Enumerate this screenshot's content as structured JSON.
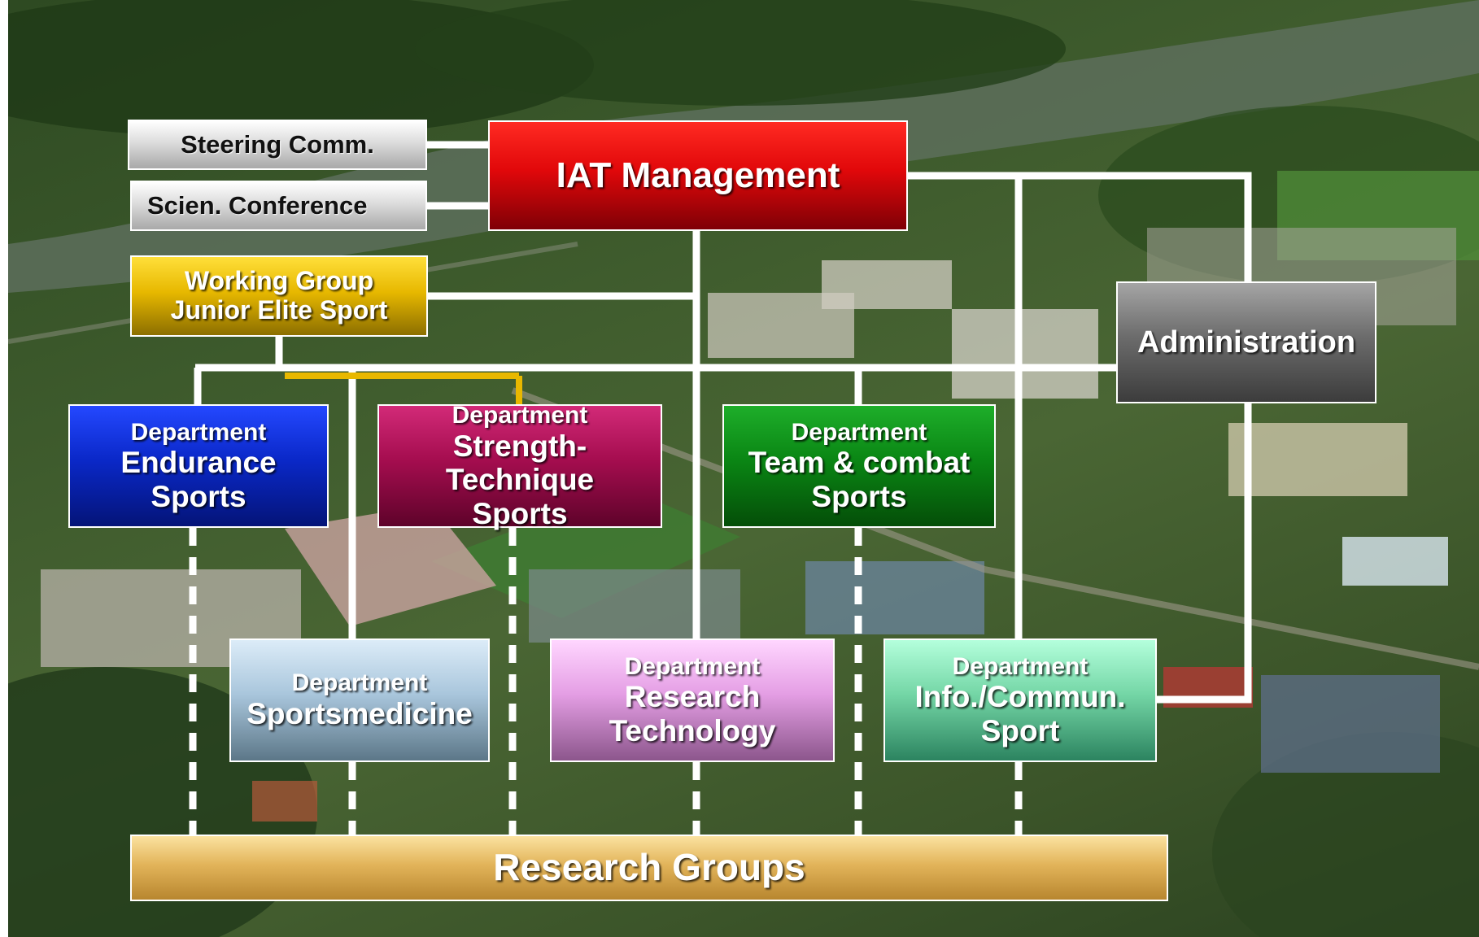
{
  "colors": {
    "iat": "#e1080a",
    "working_group": "#e7b800",
    "administration": "#6c6c6c",
    "endurance": "#0a28c8",
    "strength": "#a50d4f",
    "team": "#0a8614",
    "sportsmedicine": "#a9c6dc",
    "research_technology": "#e49ee4",
    "info_commun": "#74d6a6",
    "research_groups": "#e2b45a",
    "connector": "#ffffff"
  },
  "boxes": {
    "steering": "Steering Comm.",
    "science": "Scien. Conference",
    "iat": "IAT Management",
    "working_group": {
      "line1": "Working Group",
      "line2": "Junior Elite Sport"
    },
    "administration": "Administration",
    "endurance": {
      "line1": "Department",
      "line2": "Endurance",
      "line3": "Sports"
    },
    "strength": {
      "line1": "Department",
      "line2": "Strength-Technique",
      "line3": "Sports"
    },
    "team": {
      "line1": "Department",
      "line2": "Team & combat",
      "line3": "Sports"
    },
    "sportsmedicine": {
      "line1": "Department",
      "line2": "Sportsmedicine"
    },
    "research_technology": {
      "line1": "Department",
      "line2": "Research",
      "line3": "Technology"
    },
    "info_commun": {
      "line1": "Department",
      "line2": "Info./Commun.",
      "line3": "Sport"
    },
    "research_groups": "Research Groups"
  }
}
